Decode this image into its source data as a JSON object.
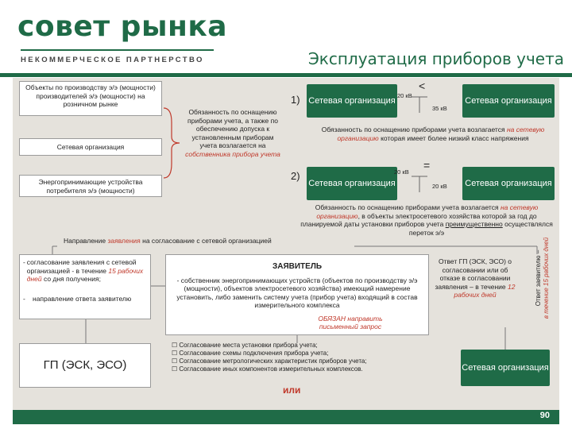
{
  "logo": {
    "name": "совет рынка",
    "subtitle": "НЕКОММЕРЧЕСКОЕ ПАРТНЕРСТВО"
  },
  "title": "Эксплуатация приборов учета",
  "left_boxes": [
    "Объекты по производству э/э (мощности) производителей э/э (мощности) на розничном рынке",
    "Сетевая организация",
    "Энергопринимающие устройства потребителя э/э (мощности)"
  ],
  "obligation": {
    "before": "Обязанность по оснащению приборами учета, а также по обеспечению допуска к установленным приборам учета возлагается на",
    "highlight": "собственника прибора учета"
  },
  "case1": {
    "num": "1)",
    "left_org": "Сетевая организация",
    "voltage_left": "20 кВ",
    "sign": "<",
    "voltage_right": "35 кВ",
    "right_org": "Сетевая организация",
    "text_a": "Обязанность по оснащению приборами учета возлагается",
    "text_b": "на сетевую организацию",
    "text_c": "которая имеет более низкий класс напряжения"
  },
  "case2": {
    "num": "2)",
    "left_org": "Сетевая организация",
    "voltage_left": "20 кВ",
    "sign": "=",
    "voltage_right": "20 кВ",
    "right_org": "Сетевая организация",
    "text_a": "Обязанность по оснащению приборами учета возлагается",
    "text_b": "на сетевую организацию",
    "text_c": ", в объекты электросетевого хозяйства которой за год до планируемой даты установки приборов учета",
    "text_d": "преимущественно",
    "text_e": "осуществлялся переток э/э"
  },
  "direction": {
    "a": "Направление",
    "b": "заявления",
    "c": "на согласование с сетевой организацией"
  },
  "bullets": {
    "b1_a": "согласование заявления с сетевой организацией - в течение",
    "b1_b": "15 рабочих дней",
    "b1_c": "со дня получения;",
    "b2": "направление ответа заявителю"
  },
  "applicant": {
    "title": "ЗАЯВИТЕЛЬ",
    "desc": "- собственник энергопринимающих устройств (объектов по производству э/э (мощности), объектов электросетевого хозяйства) имеющий намерение установить, либо заменить систему учета (прибор учета) входящий в состав измерительного комплекса",
    "must": "ОБЯЗАН направить письменный запрос"
  },
  "gp_box": "ГП (ЭСК, ЭСО)",
  "checklist": [
    "Согласование места установки прибора учета;",
    "Согласование схемы подключения прибора учета;",
    "Согласование метрологических характеристик приборов учета;",
    "Согласование иных компонентов измерительных комплексов."
  ],
  "or_label": "или",
  "gp_answer": {
    "a": "Ответ ГП (ЭСК, ЭСО) о согласовании или об отказе в согласовании заявления – в течение",
    "b": "12 рабочих дней"
  },
  "net_answer": {
    "a": "Ответ заявителю –",
    "b": "в течение 15 рабочих дней"
  },
  "net_bottom": "Сетевая организация",
  "page_number": "90",
  "colors": {
    "brand": "#1f6b47",
    "accent": "#c0392b",
    "panel": "#e5e2dc"
  }
}
